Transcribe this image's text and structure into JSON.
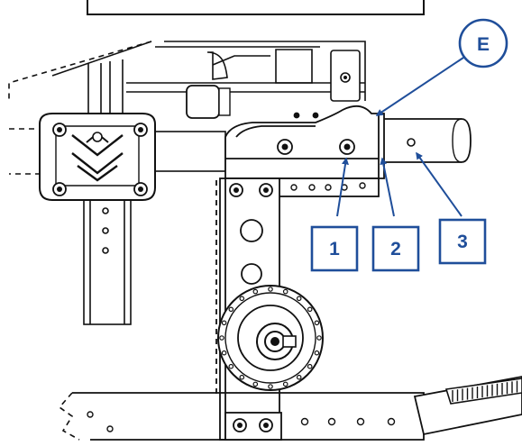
{
  "callouts": {
    "e": "E",
    "one": "1",
    "two": "2",
    "three": "3"
  },
  "colors": {
    "line": "#111111",
    "callout": "#1f4e9a",
    "fill": "#ffffff"
  }
}
